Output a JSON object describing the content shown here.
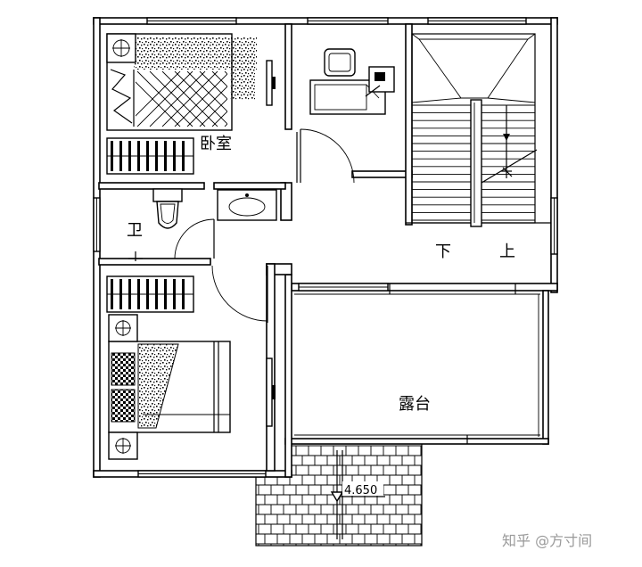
{
  "rooms": {
    "bedroom_label": "卧室",
    "bathroom_label": "卫",
    "terrace_label": "露台"
  },
  "stairs": {
    "down_label": "下",
    "up_label": "上"
  },
  "elevation": {
    "value": "4.650"
  },
  "watermark": {
    "text": "知乎 @方寸间"
  },
  "colors": {
    "line": "#000000",
    "background": "#ffffff",
    "watermark": "#9a9a9a"
  }
}
